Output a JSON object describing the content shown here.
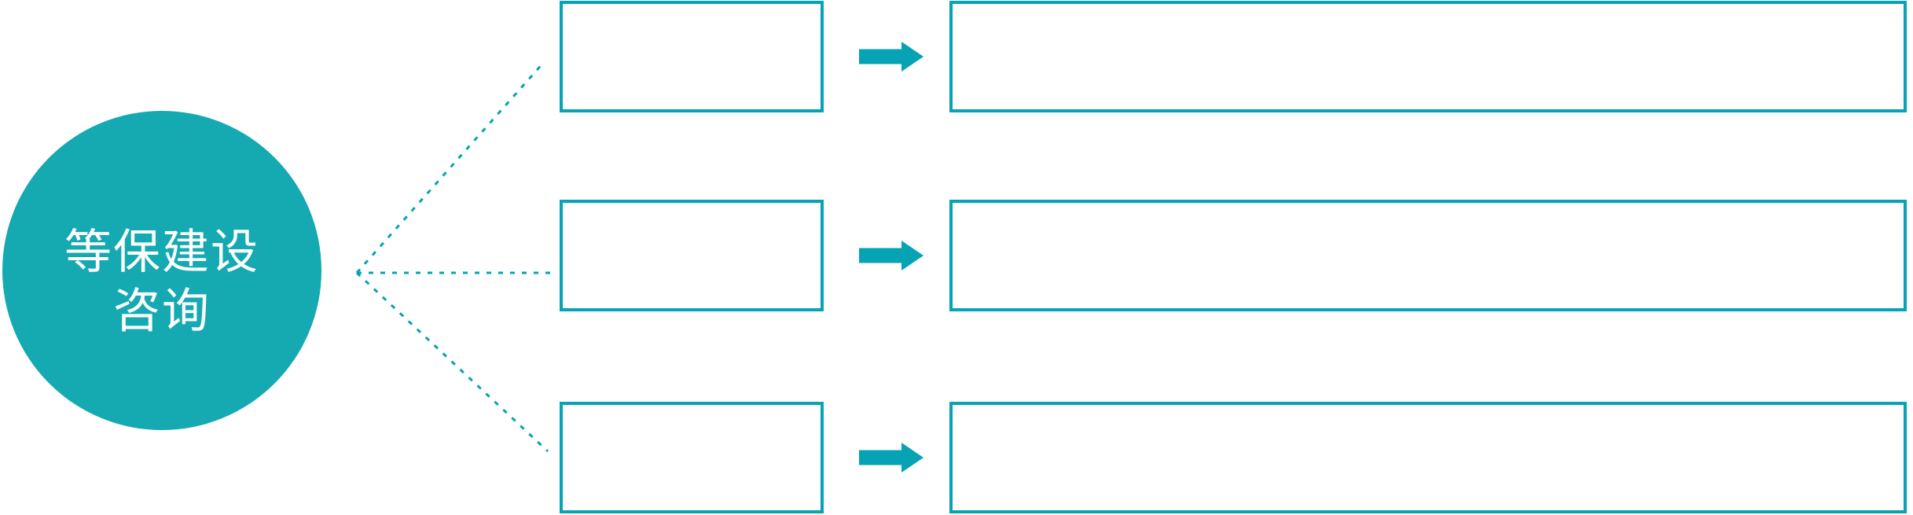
{
  "colors": {
    "accent_teal": "#05a3b4",
    "circle_fill_teal": "#15a9b2",
    "circle_text": "#ffffff",
    "box_fill": "#ffffff",
    "background": "#ffffff"
  },
  "root_node": {
    "label": "等保建设咨询",
    "label_line1": "等保建设",
    "label_line2": "咨询"
  },
  "rows": [
    {
      "small_box_label": "",
      "big_box_label": ""
    },
    {
      "small_box_label": "",
      "big_box_label": ""
    },
    {
      "small_box_label": "",
      "big_box_label": ""
    }
  ],
  "icons": {
    "right_arrow_icon": "➡",
    "connector_line_style": "dotted"
  }
}
